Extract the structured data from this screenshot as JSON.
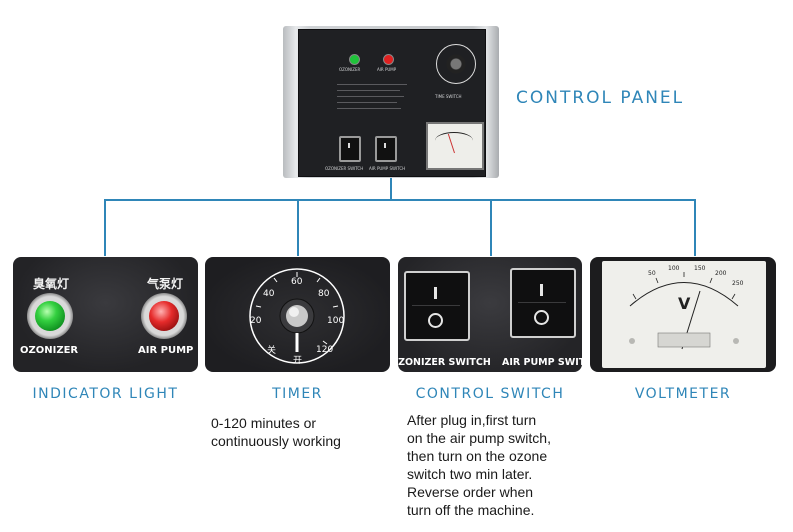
{
  "panel_title": "CONTROL PANEL",
  "mini_panel": {
    "ozonizer": "OZONIZER",
    "air_pump": "AIR PUMP",
    "ozonizer_switch": "OZONIZER SWITCH",
    "air_pump_switch": "AIR PUMP SWITCH",
    "time_switch": "TIME SWITCH"
  },
  "modules": [
    {
      "caption": "INDICATOR LIGHT",
      "led_left_cn": "臭氧灯",
      "led_left_label": "OZONIZER",
      "led_right_cn": "气泵灯",
      "led_right_label": "AIR PUMP",
      "colors": {
        "left": "#2ecc40",
        "right": "#e62b2b"
      }
    },
    {
      "caption": "TIMER",
      "dial_numbers": [
        "60",
        "40",
        "80",
        "20",
        "100",
        "120"
      ],
      "dial_off": "关",
      "dial_on": "开",
      "description_lines": [
        "0-120 minutes or",
        "continuously working"
      ]
    },
    {
      "caption": "CONTROL SWITCH",
      "switch_left_label": "OZONIZER SWITCH",
      "switch_right_label": "AIR PUMP SWITCH",
      "description_lines": [
        "After plug in,first turn",
        "on the air pump switch,",
        "then turn on the ozone",
        "switch two min later.",
        "Reverse order when",
        "turn off the machine."
      ]
    },
    {
      "caption": "VOLTMETER",
      "unit": "V",
      "scale": [
        "50",
        "100",
        "150",
        "200",
        "250"
      ]
    }
  ],
  "accent_color": "#2f86b8"
}
